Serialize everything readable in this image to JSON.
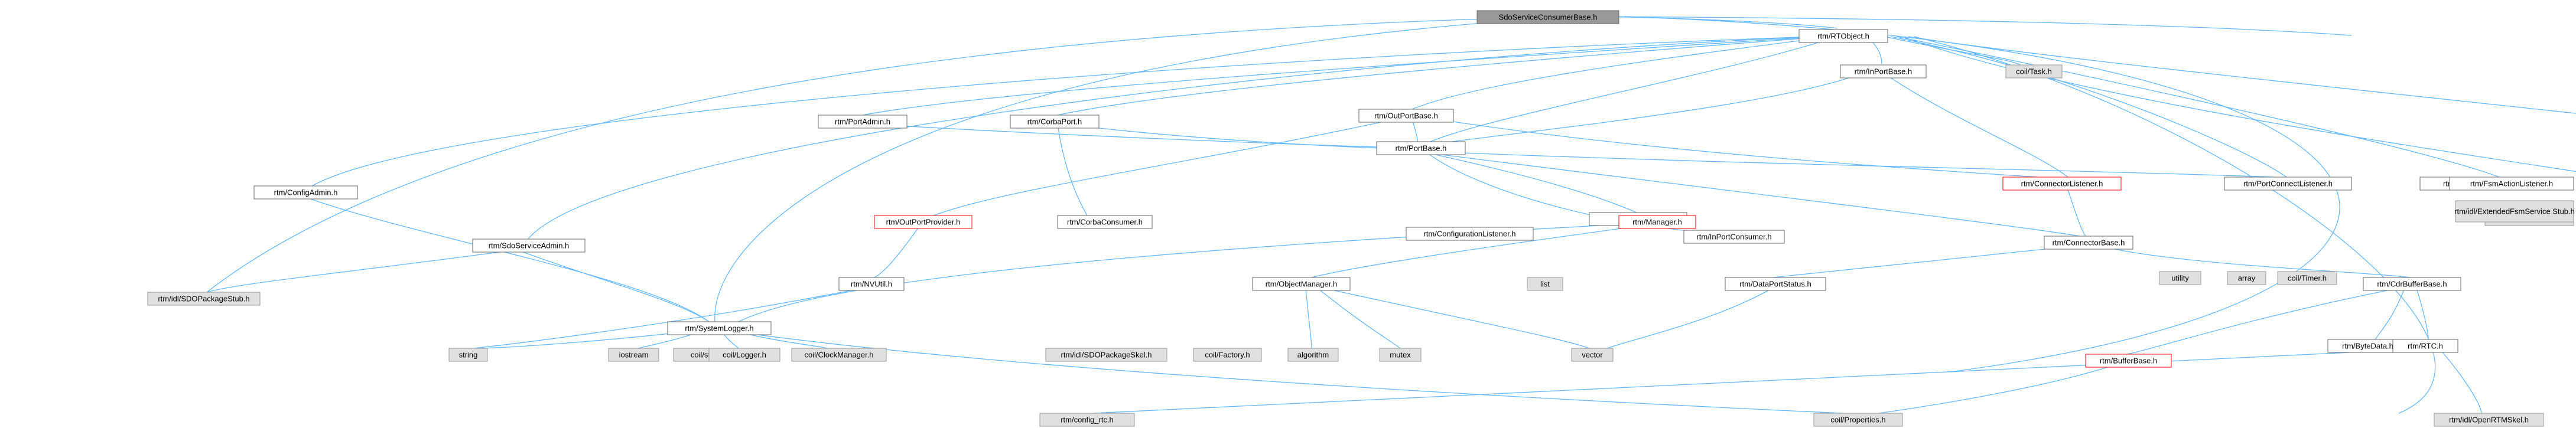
{
  "nodes": {
    "root": "SdoServiceConsumerBase.h",
    "rtobject": "rtm/RTObject.h",
    "inportbase": "rtm/InPortBase.h",
    "coretask": "coil/Task.h",
    "outportbase": "rtm/OutPortBase.h",
    "portadmin": "rtm/PortAdmin.h",
    "corbaport": "rtm/CorbaPort.h",
    "portbase": "rtm/PortBase.h",
    "configadmin": "rtm/ConfigAdmin.h",
    "sdoserviceadmin": "rtm/SdoServiceAdmin.h",
    "outportprovider": "rtm/OutPortProvider.h",
    "corbaconsumer": "rtm/CorbaConsumer.h",
    "uuid": "rtm/UUID.h",
    "portconnectlistener": "rtm/PortConnectListener.h",
    "connectorlistener": "rtm/ConnectorListener.h",
    "componentactionlistener": "rtm/ComponentActionListener.h",
    "fsmactionlistener": "rtm/FsmActionListener.h",
    "inportconsumer": "rtm/InPortConsumer.h",
    "configurationlistener": "rtm/ConfigurationListener.h",
    "manager": "rtm/Manager.h",
    "connectorbase": "rtm/ConnectorBase.h",
    "rtcskel": "rtm/idl/RTCSkel.h",
    "extendedfsm": "rtm/idl/ExtendedFsmService Stub.h",
    "sdopackage": "rtm/idl/SDOPackageStub.h",
    "systemlogger": "rtm/SystemLogger.h",
    "nvutil": "rtm/NVUtil.h",
    "objectmanager": "rtm/ObjectManager.h",
    "dataportstatus": "rtm/DataPortStatus.h",
    "cdrbufferbase": "rtm/CdrBufferBase.h",
    "list": "list",
    "utility": "utility",
    "array": "array",
    "cointimer": "coil/Timer.h",
    "string": "string",
    "iostream": "iostream",
    "coilstringutil": "coil/stringutil.h",
    "coillogger": "coil/Logger.h",
    "coilclockmanager": "coil/ClockManager.h",
    "sdopackageidl": "rtm/idl/SDOPackageSkel.h",
    "coilfactory": "coil/Factory.h",
    "mutex": "mutex",
    "algorithm": "algorithm",
    "vector": "vector",
    "bufferbase": "rtm/BufferBase.h",
    "bytedata": "rtm/ByteData.h",
    "rtch": "rtm/RTC.h",
    "configrtc": "rtm/config_rtc.h",
    "coilproperties": "coil/Properties.h",
    "openrtmskel": "rtm/idl/OpenRTMSkel.h"
  }
}
